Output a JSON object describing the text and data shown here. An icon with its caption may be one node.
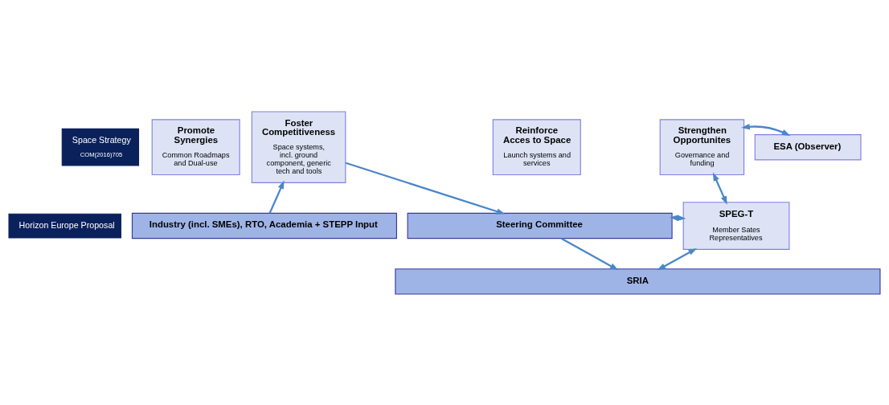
{
  "diagram": {
    "nodes": [
      {
        "text": [
          "SRIA"
        ]
      },
      {
        "text": [
          "Steering Committee"
        ]
      },
      {
        "text": [
          "SPEG-T",
          "Member Sates Representatives"
        ]
      },
      {
        "text": [
          "Space Strategy",
          "COM(2016)705"
        ]
      },
      {
        "text": [
          "Horizon Europe Proposal"
        ]
      },
      {
        "text": [
          "Promote Synergies",
          "Common Roadmaps and Dual-use"
        ]
      },
      {
        "text": [
          "Foster Competitiveness",
          "Space systems, incl. ground component, generic tech and tools"
        ]
      },
      {
        "text": [
          "Reinforce Acces to Space",
          "Launch systems and services"
        ]
      },
      {
        "text": [
          "Strengthen Opportunites",
          "Governance and funding"
        ]
      },
      {
        "text": [
          "ESA (Observer)"
        ]
      },
      {
        "text": [
          "Industry (incl. SMEs), RTO, Academia + STEPP Input"
        ]
      }
    ],
    "edges": [
      {
        "from": 1,
        "to": 0,
        "arrow": "to"
      },
      {
        "from": 2,
        "to": 0,
        "arrow": "both"
      },
      {
        "from": 1,
        "to": 2,
        "arrow": "both"
      },
      {
        "from": 6,
        "to": 1,
        "arrow": "to"
      },
      {
        "from": 10,
        "to": 6,
        "arrow": "to"
      },
      {
        "from": 8,
        "to": 2,
        "arrow": "both"
      },
      {
        "from": 8,
        "to": 9,
        "arrow": "both"
      }
    ]
  }
}
